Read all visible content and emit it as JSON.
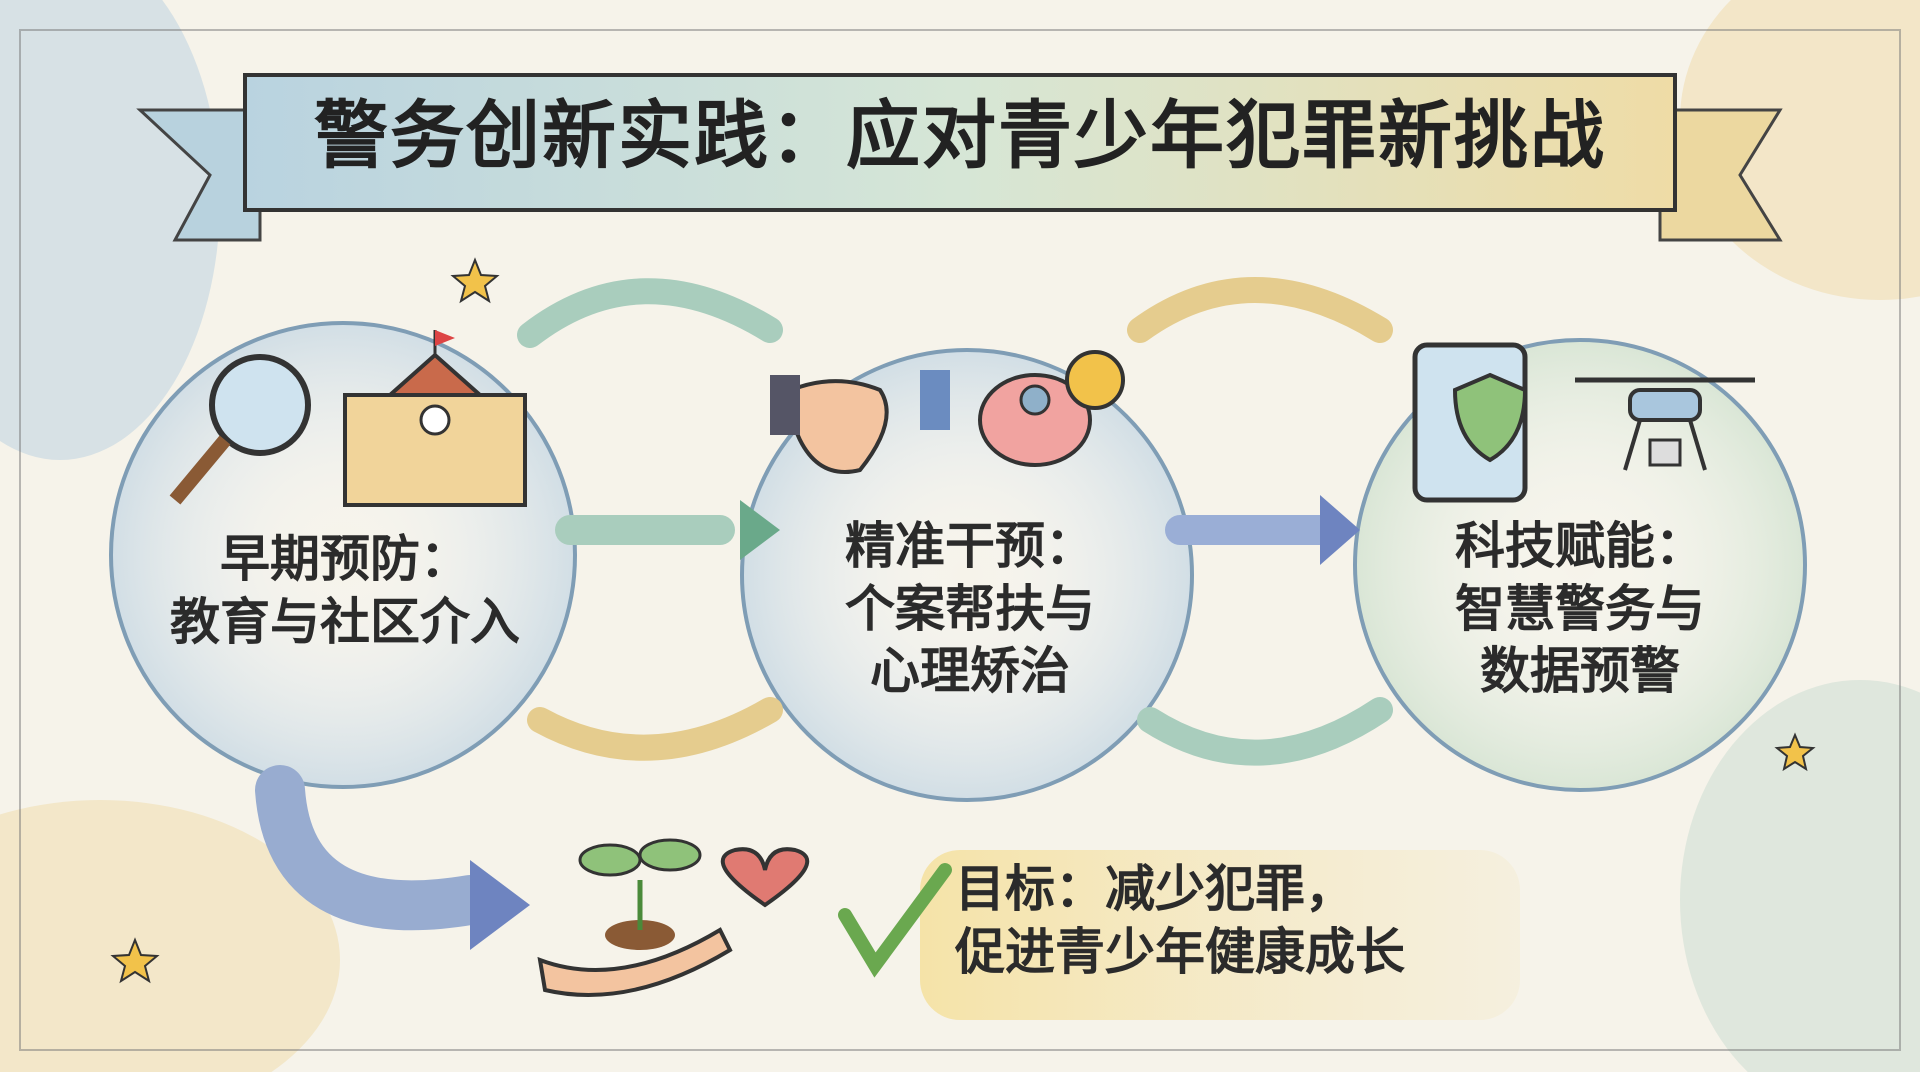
{
  "title": "警务创新实践：应对青少年犯罪新挑战",
  "stages": [
    {
      "heading": "早期预防：",
      "lines": [
        "教育与社区介入"
      ],
      "icons": [
        "magnifier-icon",
        "school-icon"
      ]
    },
    {
      "heading": "精准干预：",
      "lines": [
        "个案帮扶与",
        "心理矫治"
      ],
      "icons": [
        "handshake-icon",
        "brain-gears-icon"
      ]
    },
    {
      "heading": "科技赋能：",
      "lines": [
        "智慧警务与",
        "数据预警"
      ],
      "icons": [
        "tablet-shield-icon",
        "drone-icon"
      ]
    }
  ],
  "goal": {
    "line1": "目标：减少犯罪，",
    "line2": "促进青少年健康成长",
    "icons": [
      "seedling-hand-icon",
      "heart-icon",
      "checkmark-icon"
    ]
  },
  "colors": {
    "banner": "#cfe2d8",
    "blue_wash": "#b9d0e2",
    "yellow_wash": "#f1dfa8",
    "green_check": "#6aa84f",
    "heart": "#e07a72"
  }
}
